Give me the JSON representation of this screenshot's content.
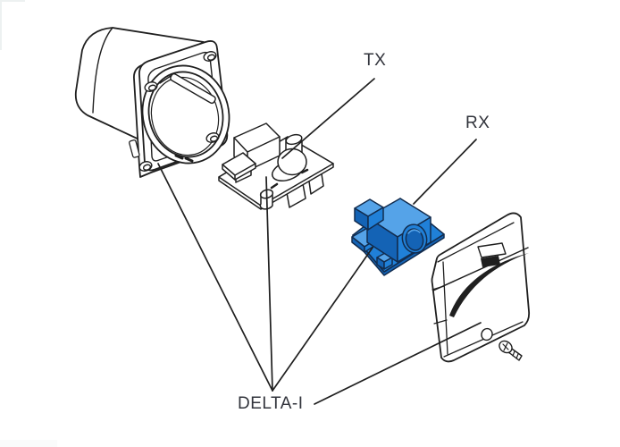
{
  "diagram": {
    "title_labels": {
      "tx": "TX",
      "rx": "RX",
      "product": "DELTA-I"
    },
    "parts": {
      "housing": "panel-mount-housing",
      "tx_board": "transmitter-pcb",
      "rx_module": "receiver-module",
      "cover": "wall-cover",
      "screw": "mounting-screw"
    }
  },
  "colors": {
    "bg": "#ffffff",
    "line": "#1f1f1f",
    "label_text": "#32343c",
    "rx_blue": "#2080d8",
    "rx_blue_light": "#55a3e8",
    "rx_blue_dark": "#1463b5",
    "rx_outline": "#122c4e"
  }
}
